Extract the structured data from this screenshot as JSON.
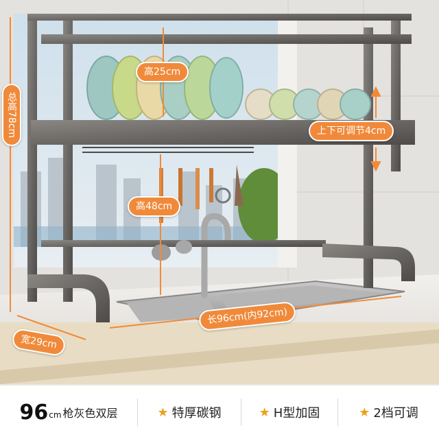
{
  "dimensions": {
    "total_height": "总高78cm",
    "upper_clearance": "高25cm",
    "adjust_range": "上下可调节4cm",
    "lower_clearance": "高48cm",
    "length": "长96cm(内92cm)",
    "width": "宽29cm"
  },
  "features": {
    "size_number": "96",
    "size_unit": "cm",
    "size_desc": "枪灰色双层",
    "feature_1": "特厚碳钢",
    "feature_2": "H型加固",
    "feature_3": "2档可调"
  },
  "icons": {
    "feature_marker": "star-icon"
  },
  "colors": {
    "label_bg": "#f08a3a",
    "star": "#e8a21c",
    "rack_metal": "#6f6c69"
  }
}
